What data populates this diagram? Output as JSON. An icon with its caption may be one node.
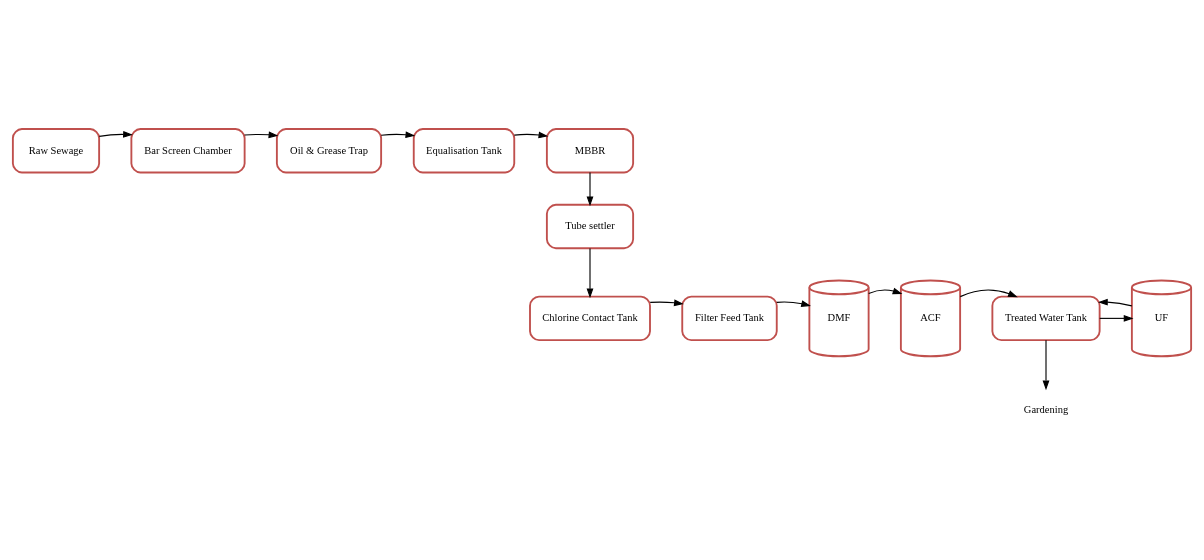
{
  "diagram": {
    "nodes": [
      {
        "text": [
          "Raw Sewage"
        ]
      },
      {
        "text": [
          "Bar Screen Chamber"
        ]
      },
      {
        "text": [
          "Oil & Grease Trap"
        ]
      },
      {
        "text": [
          "Equalisation Tank"
        ]
      },
      {
        "text": [
          "MBBR"
        ]
      },
      {
        "text": [
          "Tube settler"
        ]
      },
      {
        "text": [
          "Chlorine Contact Tank"
        ]
      },
      {
        "text": [
          "Filter Feed Tank"
        ]
      },
      {
        "text": [
          "DMF"
        ]
      },
      {
        "text": [
          "ACF"
        ]
      },
      {
        "text": [
          "Treated Water Tank"
        ]
      },
      {
        "text": [
          "UF"
        ]
      },
      {
        "text": [
          "Gardening"
        ]
      }
    ],
    "edges": [
      {
        "from": 0,
        "to": 1,
        "arrow": "to"
      },
      {
        "from": 1,
        "to": 2,
        "arrow": "to"
      },
      {
        "from": 2,
        "to": 3,
        "arrow": "to"
      },
      {
        "from": 3,
        "to": 4,
        "arrow": "to"
      },
      {
        "from": 4,
        "to": 5,
        "arrow": "to"
      },
      {
        "from": 5,
        "to": 6,
        "arrow": "to"
      },
      {
        "from": 6,
        "to": 7,
        "arrow": "to"
      },
      {
        "from": 7,
        "to": 8,
        "arrow": "to"
      },
      {
        "from": 8,
        "to": 9,
        "arrow": "to"
      },
      {
        "from": 9,
        "to": 10,
        "arrow": "to"
      },
      {
        "from": 10,
        "to": 11,
        "arrow": "to"
      },
      {
        "from": 11,
        "to": 10,
        "arrow": "to"
      },
      {
        "from": 10,
        "to": 12,
        "arrow": "to"
      }
    ]
  }
}
